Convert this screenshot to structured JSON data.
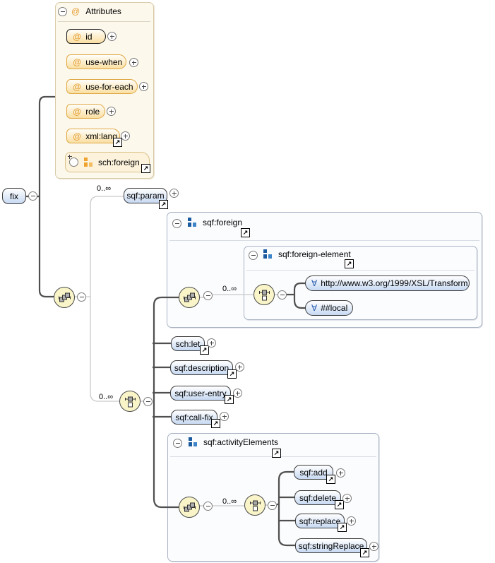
{
  "symbols": {
    "at": "@",
    "any": "∀"
  },
  "root": {
    "label": "fix"
  },
  "attributes_panel": {
    "title": "Attributes",
    "attributes": [
      {
        "label": "id"
      },
      {
        "label": "use-when"
      },
      {
        "label": "use-for-each"
      },
      {
        "label": "role"
      },
      {
        "label": "xml:lang"
      }
    ],
    "foreign_group": {
      "label": "sch:foreign"
    }
  },
  "param": {
    "occurrence": "0..∞",
    "label": "sqf:param"
  },
  "main_choice": {
    "occurrence": "0..∞"
  },
  "foreign_panel": {
    "title": "sqf:foreign",
    "occurrence": "0..∞",
    "foreign_element_panel": {
      "title": "sqf:foreign-element",
      "wildcards": [
        {
          "label": "http://www.w3.org/1999/XSL/Transform"
        },
        {
          "label": "##local"
        }
      ]
    }
  },
  "choice_elements": [
    {
      "label": "sch:let"
    },
    {
      "label": "sqf:description"
    },
    {
      "label": "sqf:user-entry"
    },
    {
      "label": "sqf:call-fix"
    }
  ],
  "activity_panel": {
    "title": "sqf:activityElements",
    "occurrence": "0..∞",
    "elements": [
      {
        "label": "sqf:add"
      },
      {
        "label": "sqf:delete"
      },
      {
        "label": "sqf:replace"
      },
      {
        "label": "sqf:stringReplace"
      }
    ]
  }
}
